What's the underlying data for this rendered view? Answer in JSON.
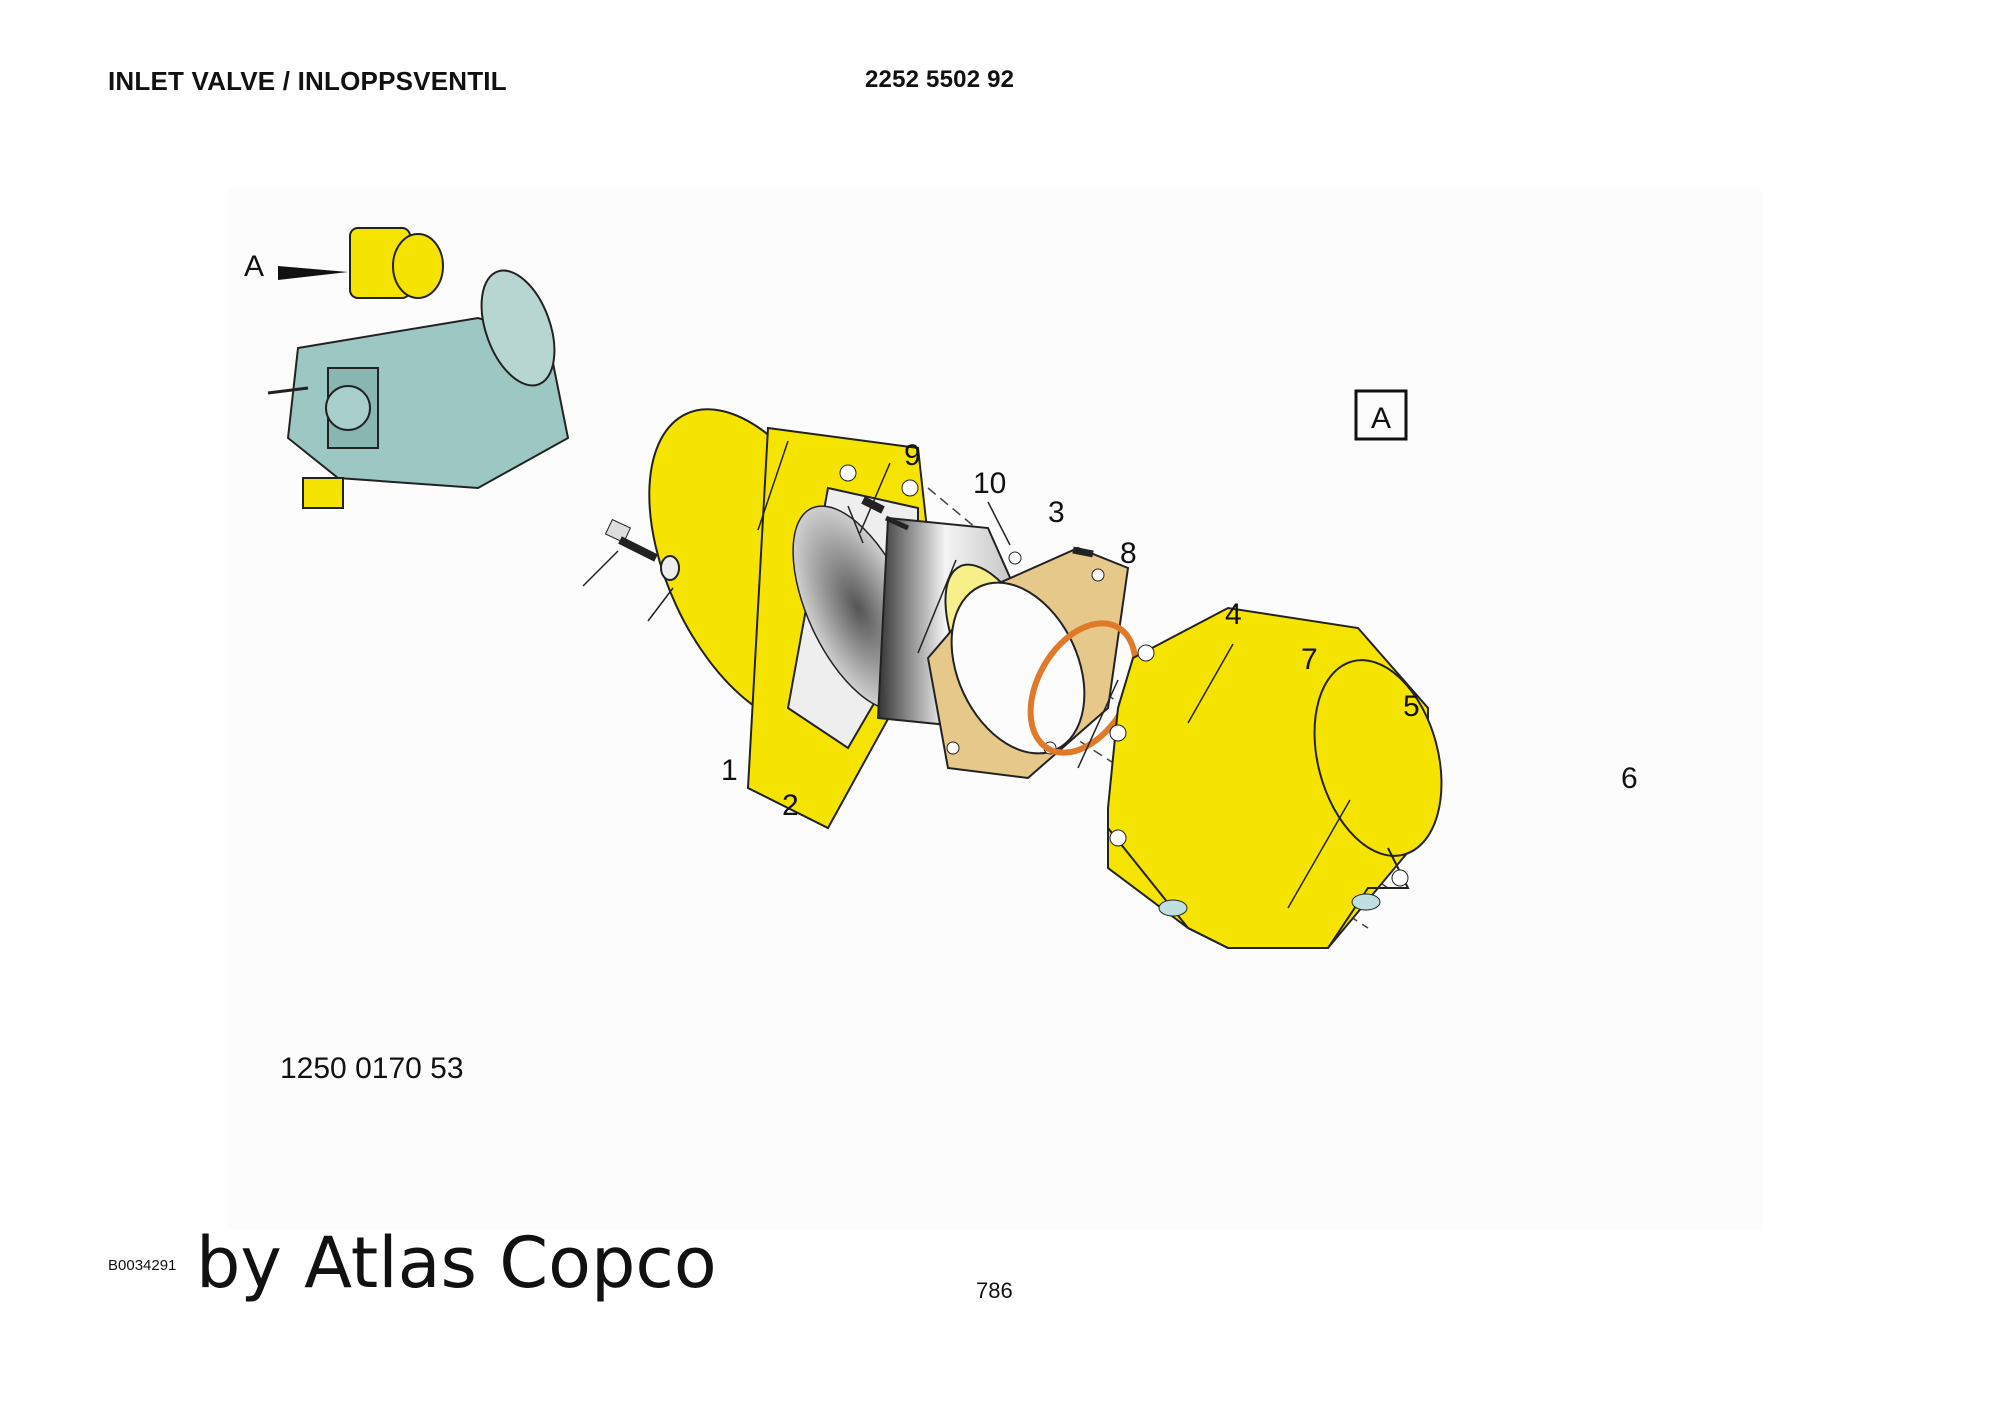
{
  "header": {
    "title": "INLET VALVE / INLOPPSVENTIL",
    "part_number": "2252 5502 92"
  },
  "drawing": {
    "view_marker": "A",
    "detail_label": "A",
    "assembly_number": "1250 0170 53",
    "callouts": {
      "c1": "1",
      "c2": "2",
      "c3": "3",
      "c4": "4",
      "c5": "5",
      "c6": "6",
      "c7": "7",
      "c8": "8",
      "c9": "9",
      "c10": "10"
    },
    "colors": {
      "highlight_yellow": "#f5e400",
      "gasket_tan": "#e6c88a",
      "oring_orange": "#e07a2a",
      "compressor_teal": "#9cc7c2"
    }
  },
  "footer": {
    "ref_code": "B0034291",
    "brand": "by Atlas Copco",
    "page_number": "786"
  }
}
